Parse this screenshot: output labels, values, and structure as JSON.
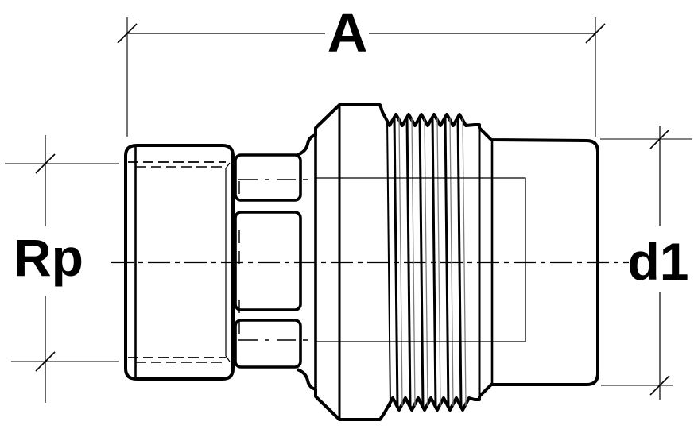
{
  "dimension_labels": {
    "a": "A",
    "rp": "Rp",
    "d1": "d1"
  },
  "colors": {
    "line": "#000000",
    "background": "#ffffff",
    "thread_shade": "#7d7d7d"
  }
}
